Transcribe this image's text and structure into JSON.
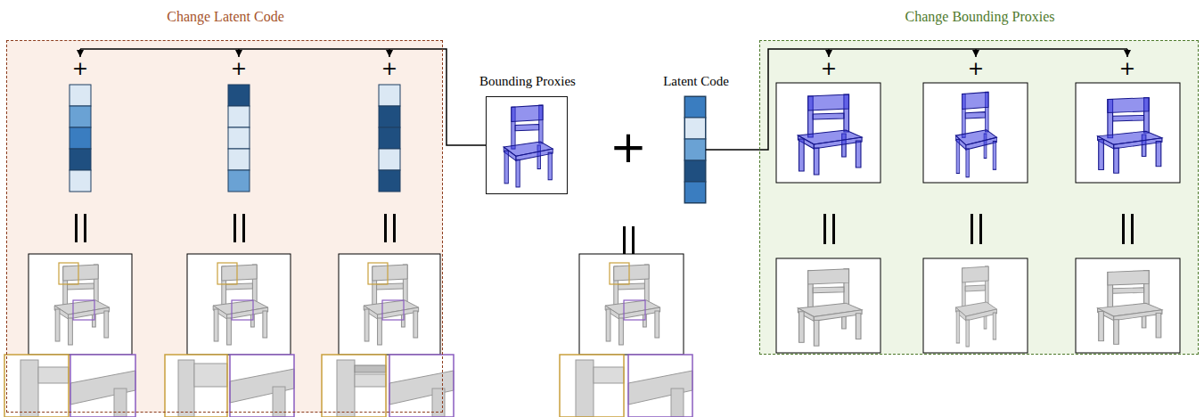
{
  "diagram": {
    "nodes": [
      {
        "text": [
          "Change Latent Code"
        ]
      },
      {
        "text": [
          "Bounding Proxies"
        ]
      },
      {
        "text": [
          "Latent Code"
        ]
      },
      {
        "text": [
          "Change Bounding Proxies"
        ]
      }
    ],
    "edges": [
      {
        "from": 1,
        "to": 0,
        "arrow": "to"
      },
      {
        "from": 2,
        "to": 3,
        "arrow": "to"
      }
    ],
    "labels": [
      "+",
      "+",
      "+",
      "+",
      "+",
      "+",
      "+"
    ]
  }
}
